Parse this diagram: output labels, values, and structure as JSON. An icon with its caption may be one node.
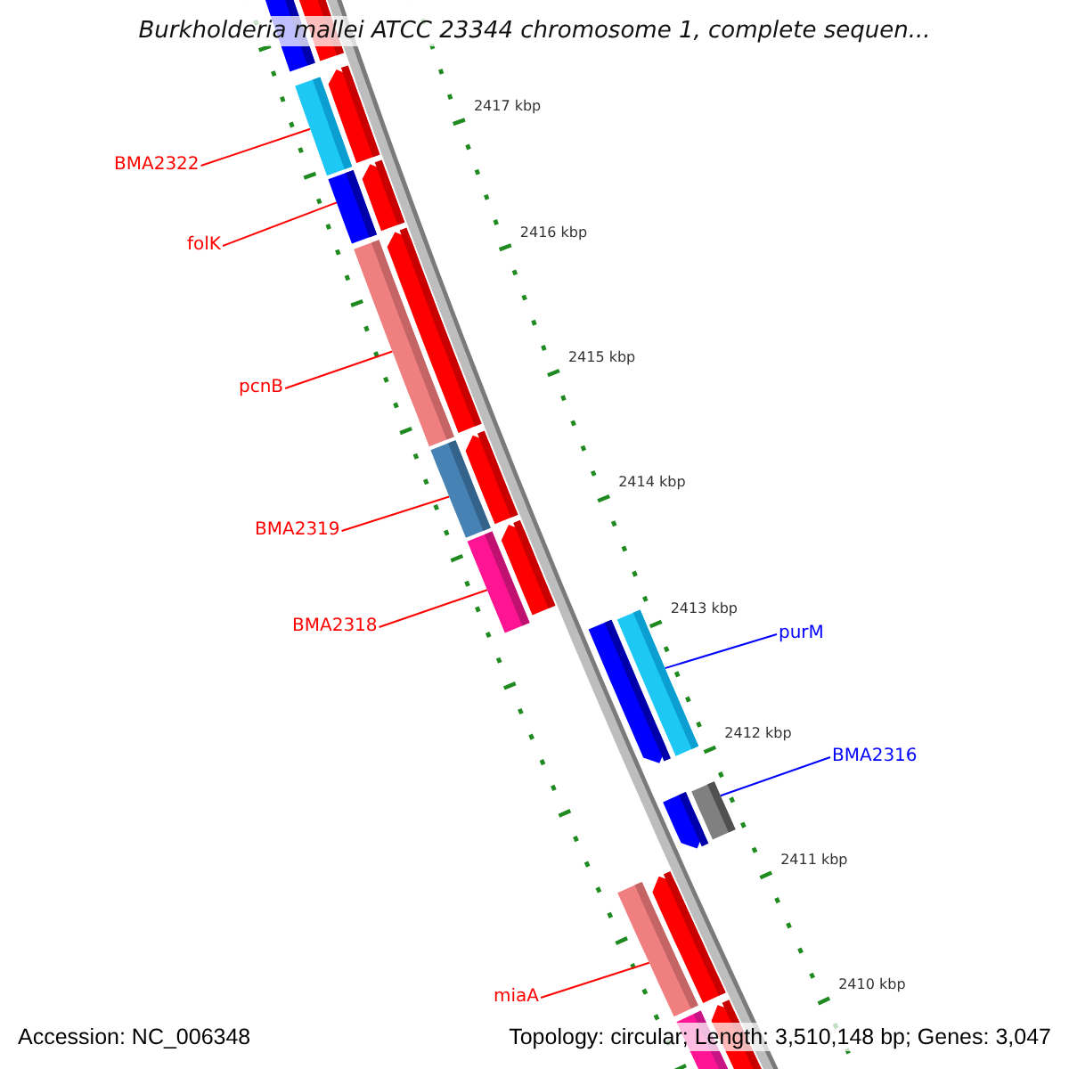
{
  "diagram": {
    "title": "Burkholderia mallei ATCC 23344 chromosome 1, complete sequen...",
    "nodes": [
      {
        "text": [
          "BMA2322"
        ]
      },
      {
        "text": [],
        "shape": "bar"
      },
      {
        "text": [
          "folK"
        ]
      },
      {
        "text": [],
        "shape": "bar"
      },
      {
        "text": [
          "pcnB"
        ]
      },
      {
        "text": [],
        "shape": "bar"
      },
      {
        "text": [
          "BMA2319"
        ]
      },
      {
        "text": [],
        "shape": "bar"
      },
      {
        "text": [
          "BMA2318"
        ]
      },
      {
        "text": [],
        "shape": "bar"
      },
      {
        "text": [
          "purM"
        ]
      },
      {
        "text": [],
        "shape": "bar"
      },
      {
        "text": [
          "BMA2316"
        ]
      },
      {
        "text": [],
        "shape": "bar"
      },
      {
        "text": [
          "miaA"
        ]
      },
      {
        "text": [],
        "shape": "bar"
      }
    ],
    "edges": [
      {
        "from": 0,
        "to": 1,
        "arrow": "none"
      },
      {
        "from": 2,
        "to": 3,
        "arrow": "none"
      },
      {
        "from": 4,
        "to": 5,
        "arrow": "none"
      },
      {
        "from": 6,
        "to": 7,
        "arrow": "none"
      },
      {
        "from": 8,
        "to": 9,
        "arrow": "none"
      },
      {
        "from": 10,
        "to": 11,
        "arrow": "none",
        "color": "#0000ff"
      },
      {
        "from": 12,
        "to": 13,
        "arrow": "none",
        "color": "#0000ff"
      },
      {
        "from": 14,
        "to": 15,
        "arrow": "none"
      }
    ],
    "labels": [
      "2417 kbp",
      "2416 kbp",
      "2415 kbp",
      "2414 kbp",
      "2413 kbp",
      "2412 kbp",
      "2411 kbp",
      "2410 kbp",
      "Accession: NC_006348",
      "Topology: circular; Length: 3,510,148 bp; Genes: 3,047"
    ]
  }
}
